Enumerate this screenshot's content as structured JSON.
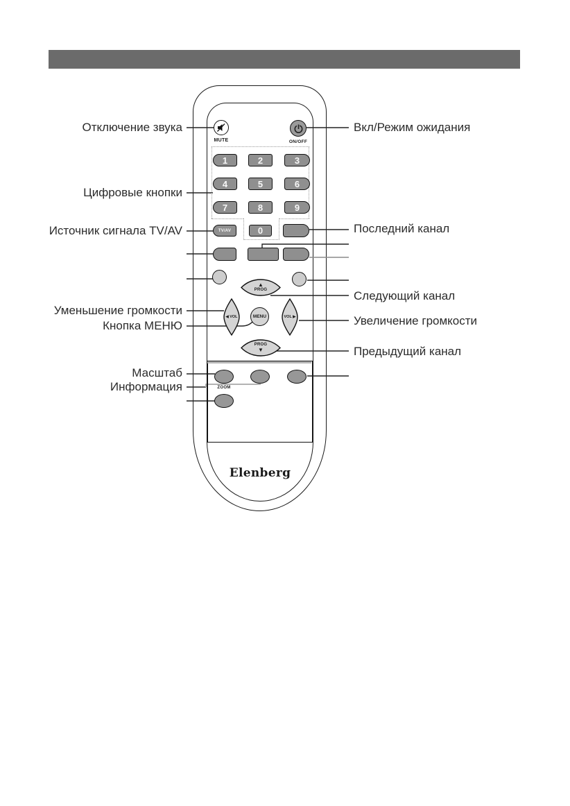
{
  "callouts": {
    "left": [
      {
        "text": "Отключение звука"
      },
      {
        "text": "Цифровые кнопки"
      },
      {
        "text": "Источник сигнала TV/AV"
      },
      {
        "text": "Уменьшение громкости"
      },
      {
        "text": "Кнопка МЕНЮ"
      },
      {
        "text": "Масштаб"
      },
      {
        "text": "Информация"
      }
    ],
    "right": [
      {
        "text": "Вкл/Режим ожидания"
      },
      {
        "text": "Последний канал"
      },
      {
        "text": "Следующий канал"
      },
      {
        "text": "Увеличение громкости"
      },
      {
        "text": "Предыдущий канал"
      }
    ]
  },
  "remote": {
    "brand": "Elenberg",
    "mute_label": "MUTE",
    "power_label": "ON/OFF",
    "digits": [
      "1",
      "2",
      "3",
      "4",
      "5",
      "6",
      "7",
      "8",
      "9"
    ],
    "zero": "0",
    "tvav": "TV/AV",
    "prog": "PROG",
    "menu": "MENU",
    "vol": "VOL",
    "zoom": "ZOOM",
    "arrow_up": "▲",
    "arrow_down": "▼",
    "arrow_left": "◀",
    "arrow_right": "▶"
  },
  "colors": {
    "header_bar": "#6b6b6b",
    "button_dark": "#8f8f8f",
    "button_light": "#cdcdcd",
    "oval_gray": "#979797"
  }
}
